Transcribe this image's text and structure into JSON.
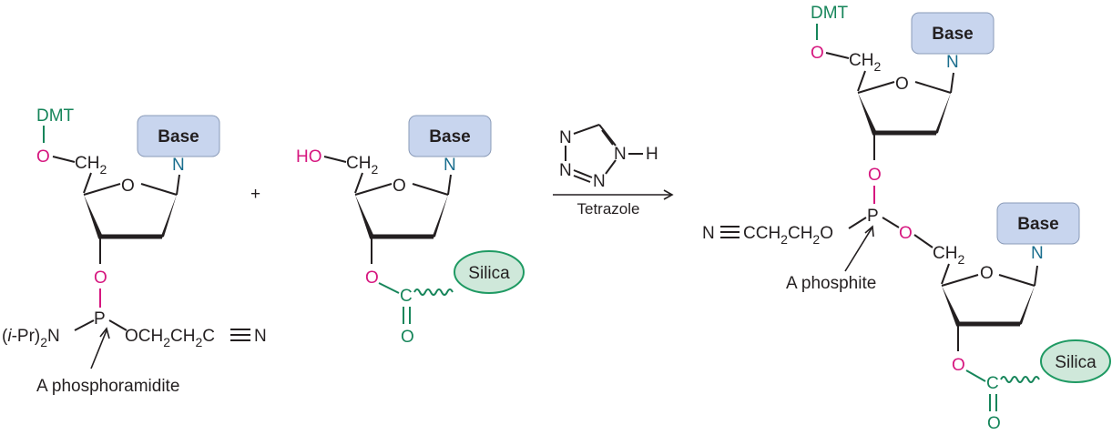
{
  "left_molecule": {
    "dmt": "DMT",
    "o_top": "O",
    "ch2": "CH",
    "ch2_sub": "2",
    "ring_o": "O",
    "base": "Base",
    "n": "N",
    "o_3p": "O",
    "p": "P",
    "amine_open": "(",
    "amine_i": "i",
    "amine_rest": "-Pr)",
    "amine_sub": "2",
    "amine_n": "N",
    "cyano_part1": "OCH",
    "cyano_sub1": "2",
    "cyano_part2": "CH",
    "cyano_sub2": "2",
    "cyano_part3": "C",
    "cyano_n": "N",
    "label": "A phosphoramidite"
  },
  "plus": "+",
  "middle_molecule": {
    "ho": "HO",
    "ch2": "CH",
    "ch2_sub": "2",
    "ring_o": "O",
    "base": "Base",
    "n": "N",
    "o_3p": "O",
    "c": "C",
    "o_carbonyl": "O",
    "silica": "Silica"
  },
  "reagent": {
    "n1": "N",
    "n2": "N",
    "n3": "N",
    "n4": "N",
    "h": "H",
    "label": "Tetrazole"
  },
  "product": {
    "dmt": "DMT",
    "o_top": "O",
    "ch2_top": "CH",
    "ch2_top_sub": "2",
    "ring_o_top": "O",
    "base_top": "Base",
    "n_top": "N",
    "o_3p_top": "O",
    "p": "P",
    "o_right": "O",
    "cyano_n": "N",
    "cyano_part1": "CCH",
    "cyano_sub1": "2",
    "cyano_part2": "CH",
    "cyano_sub2": "2",
    "cyano_o": "O",
    "label": "A phosphite",
    "ch2_bottom": "CH",
    "ch2_bottom_sub": "2",
    "ring_o_bottom": "O",
    "base_bottom": "Base",
    "n_bottom": "N",
    "o_3p_bottom": "O",
    "c": "C",
    "o_carbonyl": "O",
    "silica": "Silica"
  }
}
